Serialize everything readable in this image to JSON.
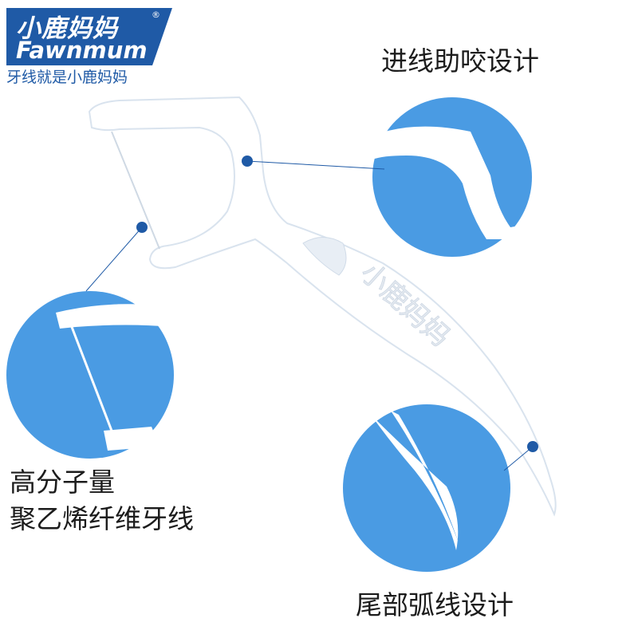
{
  "brand": {
    "name_cn": "小鹿妈妈",
    "name_en": "Fawnmum",
    "registered_mark": "®",
    "slogan": "牙线就是小鹿妈妈",
    "color": "#1f5aa6"
  },
  "product_watermark": "小鹿妈妈",
  "features": [
    {
      "label": "进线助咬设计"
    },
    {
      "label_line1": "高分子量",
      "label_line2": "聚乙烯纤维牙线"
    },
    {
      "label": "尾部弧线设计"
    }
  ],
  "colors": {
    "circle": "#4a9be3",
    "marker": "#1f5aa6"
  }
}
